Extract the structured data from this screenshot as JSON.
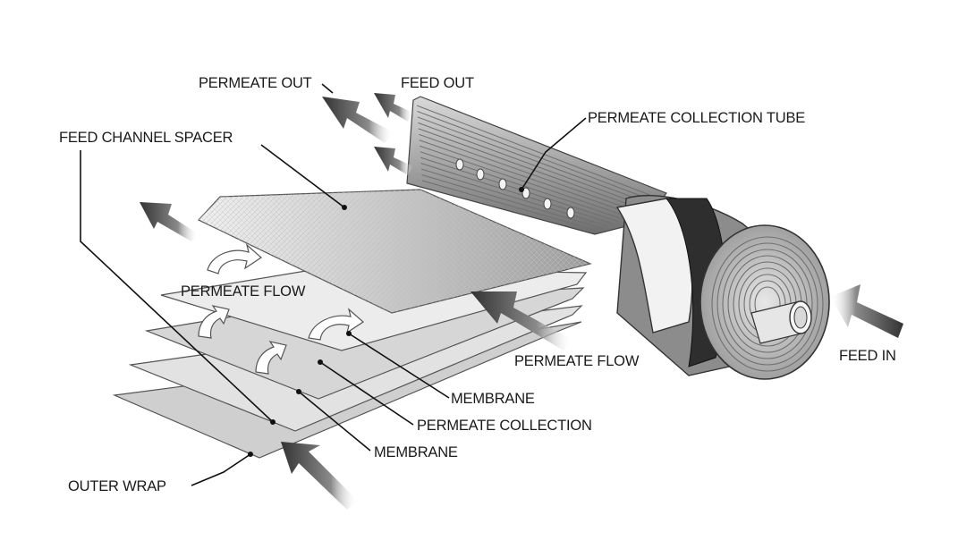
{
  "labels": {
    "permeate_out": "PERMEATE OUT",
    "feed_out": "FEED OUT",
    "permeate_collection_tube": "PERMEATE COLLECTION TUBE",
    "feed_channel_spacer": "FEED CHANNEL SPACER",
    "permeate_flow_left": "PERMEATE FLOW",
    "permeate_flow_center": "PERMEATE FLOW",
    "feed_in": "FEED IN",
    "membrane_upper": "MEMBRANE",
    "permeate_collection": "PERMEATE COLLECTION",
    "membrane_lower": "MEMBRANE",
    "outer_wrap": "OUTER WRAP"
  }
}
